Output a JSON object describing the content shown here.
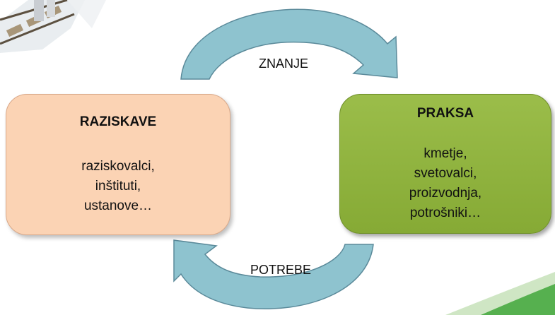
{
  "top_arrow": {
    "label": "ZNANJE",
    "color": "#8ec3cf"
  },
  "bottom_arrow": {
    "label": "POTREBE",
    "color": "#8ec3cf"
  },
  "research": {
    "title": "RAZISKAVE",
    "items": [
      "raziskovalci,",
      "inštituti,",
      "ustanove…"
    ],
    "color": "#fbd3b4"
  },
  "practice": {
    "title": "PRAKSA",
    "items": [
      "kmetje,",
      "svetovalci,",
      "proizvodnja,",
      "potrošniki…"
    ],
    "color": "#8db33b"
  }
}
